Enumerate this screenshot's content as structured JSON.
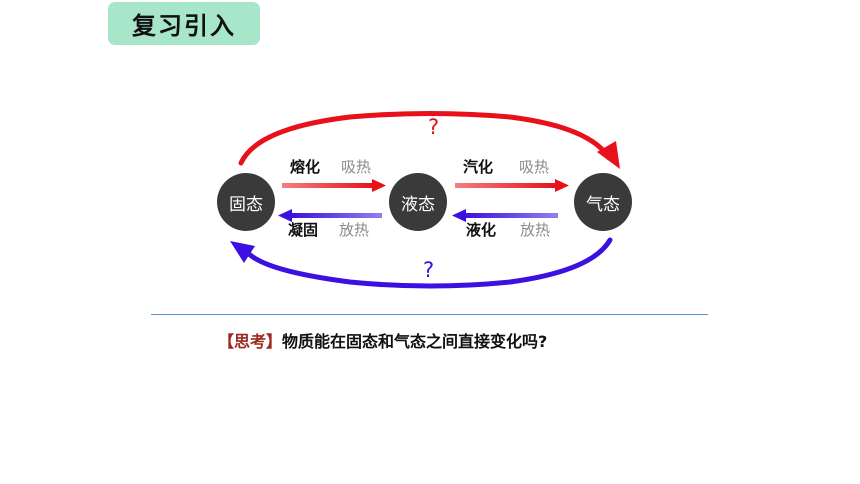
{
  "header": {
    "title": "复习引入"
  },
  "nodes": {
    "solid": "固态",
    "liquid": "液态",
    "gas": "气态"
  },
  "transitions": {
    "melting": "熔化",
    "absorb_1": "吸热",
    "vaporization": "汽化",
    "absorb_2": "吸热",
    "solidification": "凝固",
    "release_1": "放热",
    "liquefaction": "液化",
    "release_2": "放热"
  },
  "unknowns": {
    "top": "?",
    "bottom": "?"
  },
  "question": {
    "tag": "【思考】",
    "text": "物质能在固态和气态之间直接变化吗?"
  },
  "colors": {
    "heat_absorb": "#e8101a",
    "heat_release": "#3b10e0",
    "tag_bg": "#a8e6c9",
    "node_bg": "#3a3a3a"
  }
}
